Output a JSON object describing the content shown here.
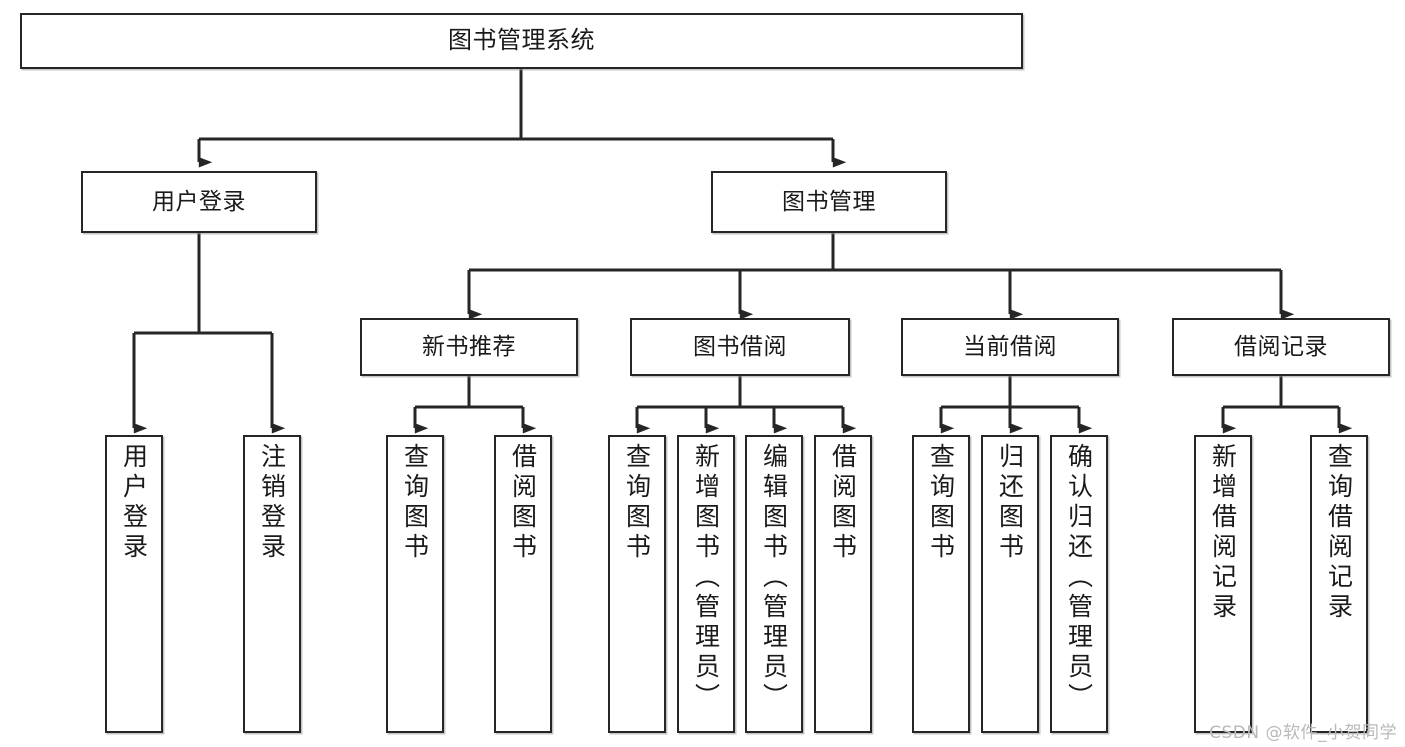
{
  "diagram": {
    "title": "图书管理系统",
    "watermark": "CSDN @软件_小贺同学",
    "accent_color": "#262626",
    "background_color": "#ffffff",
    "root": {
      "label": "图书管理系统"
    },
    "level2": [
      {
        "label": "用户登录"
      },
      {
        "label": "图书管理"
      }
    ],
    "level3": [
      {
        "label": "新书推荐"
      },
      {
        "label": "图书借阅"
      },
      {
        "label": "当前借阅"
      },
      {
        "label": "借阅记录"
      }
    ],
    "leaves": {
      "user_login": [
        {
          "label": "用户登录"
        },
        {
          "label": "注销登录"
        }
      ],
      "new_book_recommend": [
        {
          "label": "查询图书"
        },
        {
          "label": "借阅图书"
        }
      ],
      "book_borrow": [
        {
          "label": "查询图书"
        },
        {
          "label": "新增图书（管理员）"
        },
        {
          "label": "编辑图书（管理员）"
        },
        {
          "label": "借阅图书"
        }
      ],
      "current_borrow": [
        {
          "label": "查询图书"
        },
        {
          "label": "归还图书"
        },
        {
          "label": "确认归还（管理员）"
        }
      ],
      "borrow_record": [
        {
          "label": "新增借阅记录"
        },
        {
          "label": "查询借阅记录"
        }
      ]
    }
  }
}
